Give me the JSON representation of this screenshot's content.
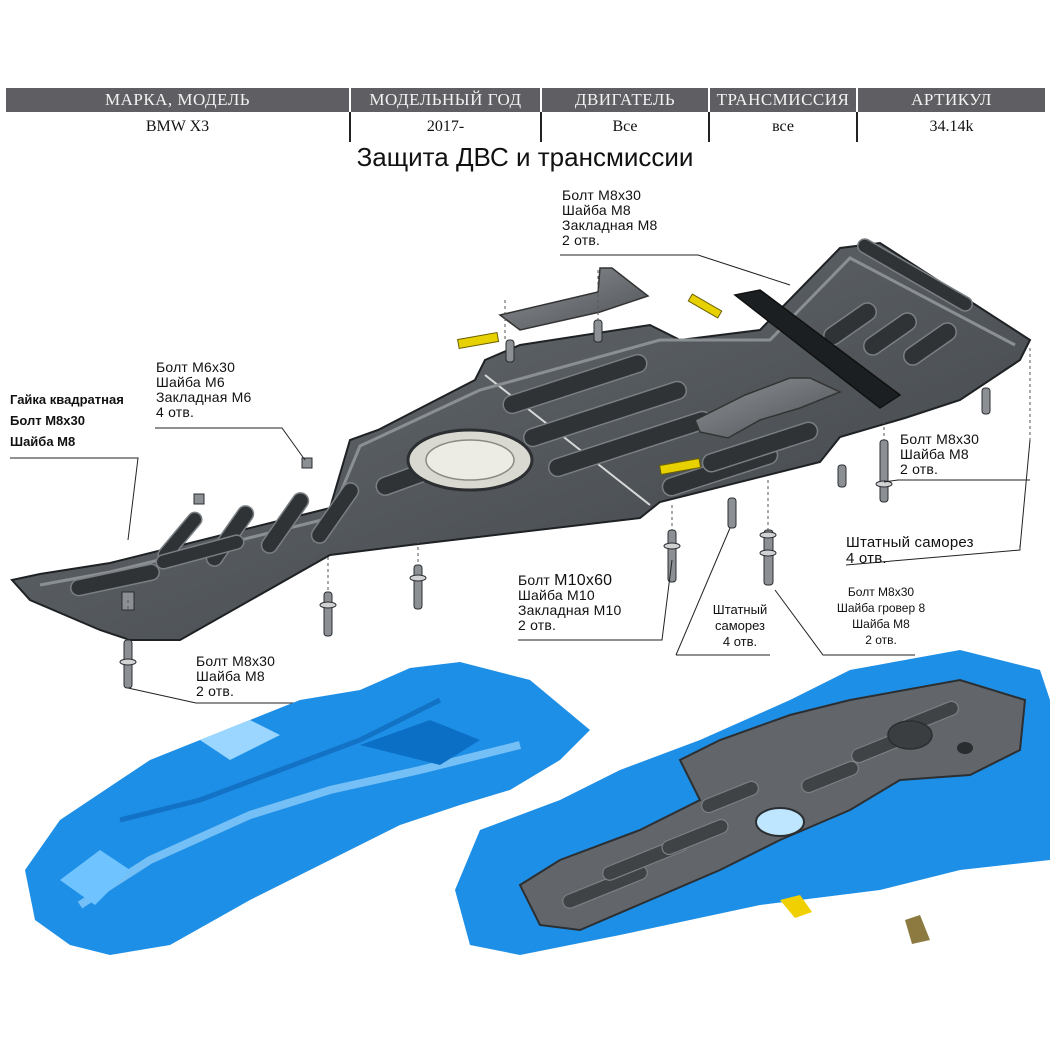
{
  "table": {
    "headers": [
      "МАРКА, МОДЕЛЬ",
      "МОДЕЛЬНЫЙ ГОД",
      "ДВИГАТЕЛЬ",
      "ТРАНСМИССИЯ",
      "АРТИКУЛ"
    ],
    "values": [
      "BMW X3",
      "2017-",
      "Все",
      "все",
      "34.14k"
    ]
  },
  "title": "Защита ДВС и трансмиссии",
  "labels": {
    "top_bolt": [
      "Болт М8х30",
      "Шайба М8",
      "Закладная М8",
      "2 отв."
    ],
    "left_m6": [
      "Болт М6х30",
      "Шайба М6",
      "Закладная М6",
      "4 отв."
    ],
    "left_nut": [
      "Гайка квадратная",
      "Болт М8х30",
      "Шайба М8"
    ],
    "right_m8": [
      "Болт М8х30",
      "Шайба М8",
      "2 отв."
    ],
    "right_screw": [
      "Штатный саморез",
      "4 отв."
    ],
    "m10_first": "Болт ",
    "m10_size": "М10х60",
    "m10_rest": [
      "Шайба М10",
      "Закладная М10",
      "2 отв."
    ],
    "mid_screw": [
      "Штатный",
      "саморез",
      "4 отв."
    ],
    "grover": [
      "Болт М8х30",
      "Шайба гровер 8",
      "Шайба М8",
      "2 отв."
    ],
    "bottom_bolt": [
      "Болт М8х30",
      "Шайба М8",
      "2 отв."
    ]
  },
  "colors": {
    "header_bg": "#5f5f63",
    "plate": "#555a5f",
    "plate_dark": "#2f3336",
    "scan_blue": "#1f8fe8",
    "yellow_insert": "#e8d100"
  }
}
